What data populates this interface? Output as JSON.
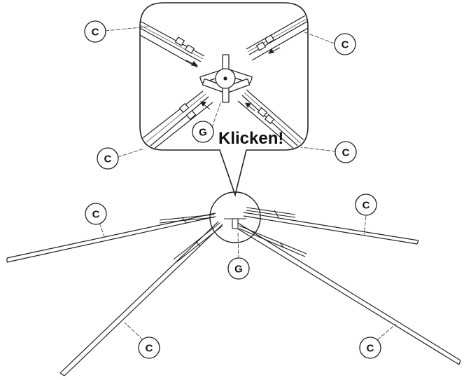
{
  "callout_text": "Klicken!",
  "labels": {
    "part_c": "C",
    "part_g": "G"
  },
  "colors": {
    "line": "#222222",
    "background": "#ffffff",
    "leader": "#555555"
  }
}
